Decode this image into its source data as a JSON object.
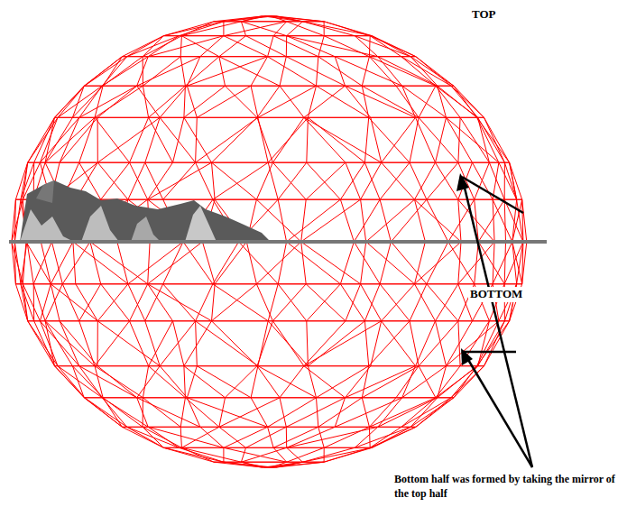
{
  "diagram": {
    "labels": [
      "TOP",
      "BOTTOM",
      "Bottom half was formed by taking the mirror of the top half"
    ]
  }
}
